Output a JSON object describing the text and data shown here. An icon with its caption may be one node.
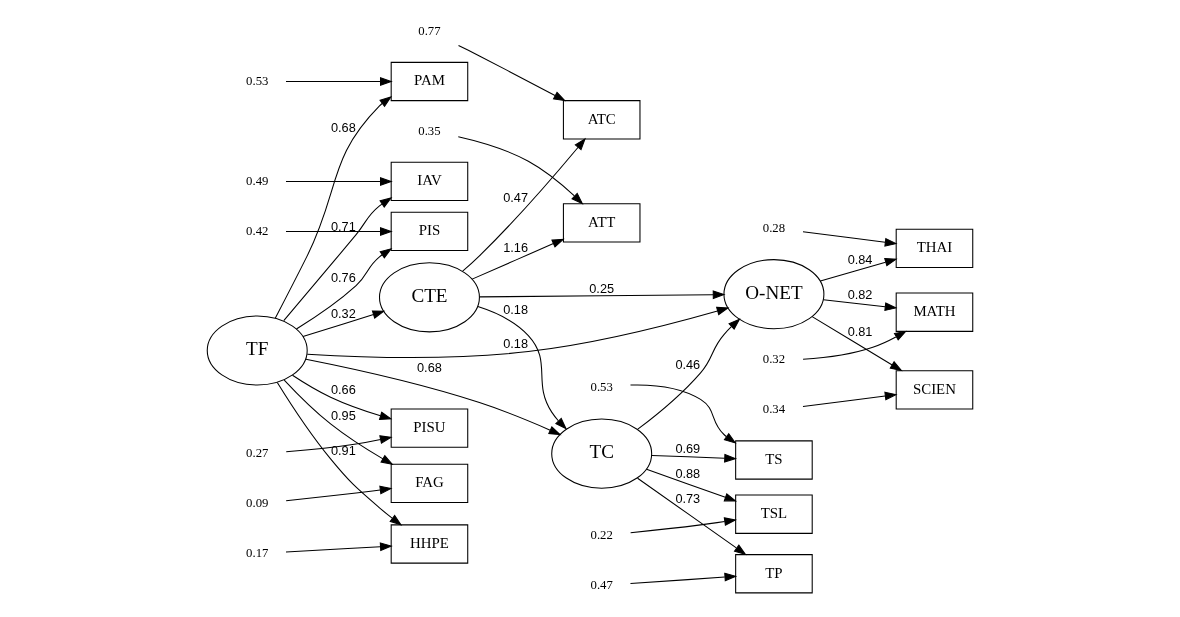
{
  "diagram": {
    "nodes": [
      {
        "text": [
          "0.35"
        ]
      },
      {
        "text": [
          "ATT"
        ]
      },
      {
        "text": [
          "CTE"
        ]
      },
      {
        "text": [
          "0.77"
        ]
      },
      {
        "text": [
          "ATC"
        ]
      },
      {
        "text": [
          "0.53"
        ]
      },
      {
        "text": [
          "PAM"
        ]
      },
      {
        "text": [
          "0.49"
        ]
      },
      {
        "text": [
          "IAV"
        ]
      },
      {
        "text": [
          "THAI"
        ]
      },
      {
        "text": [
          "0.28"
        ]
      },
      {
        "text": [
          "0.42"
        ]
      },
      {
        "text": [
          "PIS"
        ]
      },
      {
        "text": [
          "TF"
        ]
      },
      {
        "text": [
          "O-NET"
        ]
      },
      {
        "text": [
          "MATH"
        ]
      },
      {
        "text": [
          "0.32"
        ]
      },
      {
        "text": [
          "0.27"
        ]
      },
      {
        "text": [
          "PISU"
        ]
      },
      {
        "text": [
          "SCIEN"
        ]
      },
      {
        "text": [
          "0.34"
        ]
      },
      {
        "text": [
          "0.09"
        ]
      },
      {
        "text": [
          "FAG"
        ]
      },
      {
        "text": [
          "0.17"
        ]
      },
      {
        "text": [
          "HHPE"
        ]
      },
      {
        "text": [
          "0.53"
        ]
      },
      {
        "text": [
          "TS"
        ]
      },
      {
        "text": [
          "0.47"
        ]
      },
      {
        "text": [
          "TP"
        ]
      },
      {
        "text": [
          "TC"
        ]
      },
      {
        "text": [
          "0.22"
        ]
      },
      {
        "text": [
          "TSL"
        ]
      }
    ],
    "edges": [
      {
        "from": 0,
        "to": 1,
        "arrow": "to"
      },
      {
        "from": 3,
        "to": 4,
        "arrow": "to"
      },
      {
        "from": 5,
        "to": 6,
        "arrow": "to"
      },
      {
        "from": 7,
        "to": 8,
        "arrow": "to"
      },
      {
        "from": 11,
        "to": 12,
        "arrow": "to"
      },
      {
        "from": 17,
        "to": 18,
        "arrow": "to"
      },
      {
        "from": 21,
        "to": 22,
        "arrow": "to"
      },
      {
        "from": 23,
        "to": 24,
        "arrow": "to"
      },
      {
        "from": 25,
        "to": 26,
        "arrow": "to"
      },
      {
        "from": 27,
        "to": 28,
        "arrow": "to"
      },
      {
        "from": 30,
        "to": 31,
        "arrow": "to"
      },
      {
        "from": 10,
        "to": 9,
        "arrow": "to"
      },
      {
        "from": 16,
        "to": 15,
        "arrow": "to"
      },
      {
        "from": 20,
        "to": 19,
        "arrow": "to"
      },
      {
        "from": 2,
        "to": 1,
        "label": "1.16",
        "arrow": "to"
      },
      {
        "from": 2,
        "to": 4,
        "label": "0.47",
        "arrow": "to"
      },
      {
        "from": 13,
        "to": 6,
        "label": "0.68",
        "arrow": "to"
      },
      {
        "from": 13,
        "to": 8,
        "label": "0.71",
        "arrow": "to"
      },
      {
        "from": 13,
        "to": 12,
        "label": "0.76",
        "arrow": "to"
      },
      {
        "from": 13,
        "to": 18,
        "label": "0.66",
        "arrow": "to"
      },
      {
        "from": 13,
        "to": 22,
        "label": "0.95",
        "arrow": "to"
      },
      {
        "from": 13,
        "to": 24,
        "label": "0.91",
        "arrow": "to"
      },
      {
        "from": 13,
        "to": 2,
        "label": "0.32",
        "arrow": "to"
      },
      {
        "from": 13,
        "to": 14,
        "label": "0.18",
        "arrow": "to"
      },
      {
        "from": 13,
        "to": 29,
        "label": "0.68",
        "arrow": "to"
      },
      {
        "from": 2,
        "to": 14,
        "label": "0.25",
        "arrow": "to"
      },
      {
        "from": 2,
        "to": 29,
        "label": "0.18",
        "arrow": "to"
      },
      {
        "from": 29,
        "to": 14,
        "label": "0.46",
        "arrow": "to"
      },
      {
        "from": 29,
        "to": 26,
        "label": "0.69",
        "arrow": "to"
      },
      {
        "from": 29,
        "to": 28,
        "label": "0.73",
        "arrow": "to"
      },
      {
        "from": 29,
        "to": 31,
        "label": "0.88",
        "arrow": "to"
      },
      {
        "from": 14,
        "to": 9,
        "label": "0.84",
        "arrow": "to"
      },
      {
        "from": 14,
        "to": 15,
        "label": "0.82",
        "arrow": "to"
      },
      {
        "from": 14,
        "to": 19,
        "label": "0.81",
        "arrow": "to"
      }
    ]
  }
}
